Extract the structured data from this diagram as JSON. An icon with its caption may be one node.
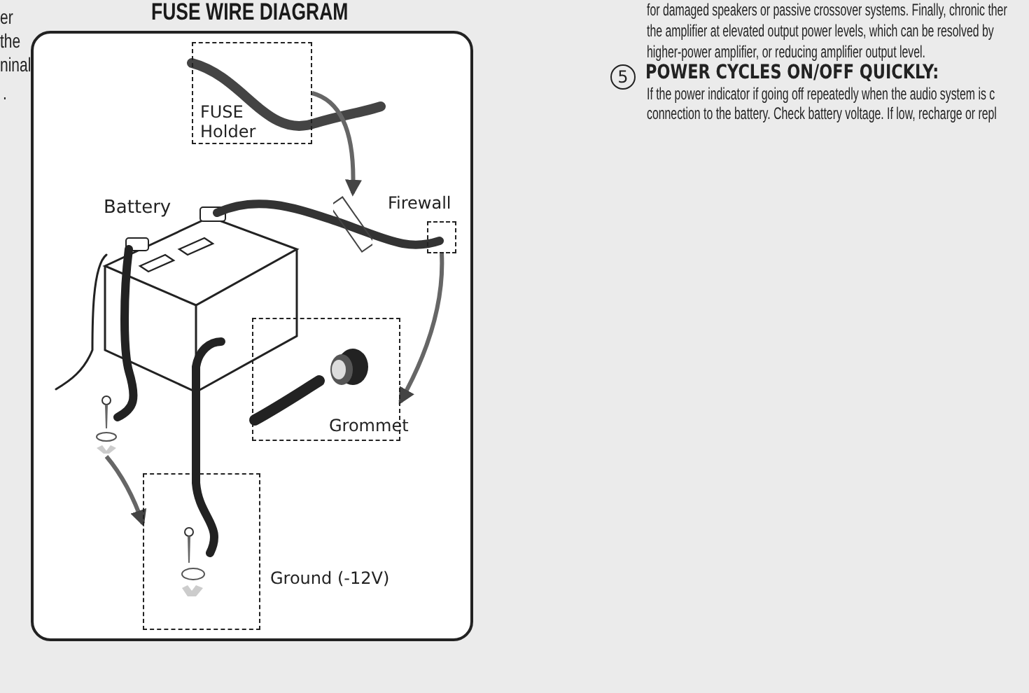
{
  "diagram": {
    "title": "FUSE WIRE DIAGRAM",
    "nodes": [
      {
        "text": [
          "FUSE Holder"
        ]
      },
      {
        "text": [],
        "shape": "box"
      },
      {
        "text": [
          "Firewall"
        ]
      },
      {
        "text": [
          "Grommet"
        ]
      },
      {
        "text": [],
        "shape": "picture"
      },
      {
        "text": [
          "Ground (-12V)"
        ]
      }
    ],
    "edges": [
      {
        "from": 0,
        "to": 1,
        "arrow": "to"
      },
      {
        "from": 2,
        "to": 3,
        "arrow": "to"
      },
      {
        "from": 4,
        "to": 5,
        "arrow": "to"
      }
    ],
    "labels": [
      "er",
      "the",
      "ninal",
      ".",
      "Battery",
      "for damaged speakers or passive crossover systems. Finally, chronic ther",
      "the amplifier at elevated output power levels, which can be resolved by",
      "higher-power amplifier, or reducing amplifier output level.",
      "5",
      "POWER CYCLES ON/OFF QUICKLY:",
      "If the power indicator if going off repeatedly when the audio system is c",
      "connection to the battery. Check battery voltage. If low, recharge or repl"
    ]
  }
}
